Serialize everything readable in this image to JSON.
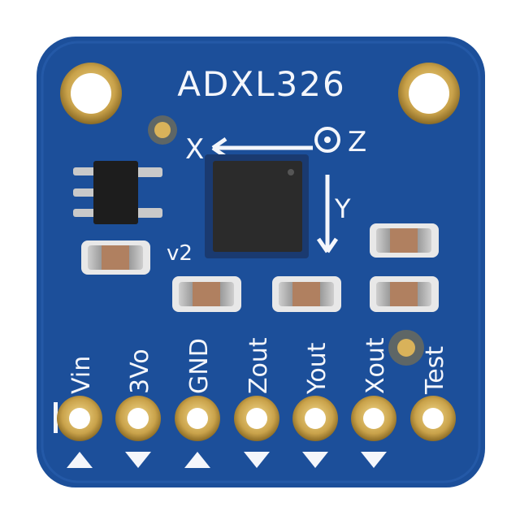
{
  "board": {
    "title": "ADXL326",
    "revision": "v2",
    "axes": {
      "x": "X",
      "y": "Y",
      "z": "Z"
    },
    "colors": {
      "pcb": "#1c4f9a",
      "gold": "#c9a24a",
      "chip": "#2b2b2b",
      "silkscreen": "#f4f6fb"
    }
  },
  "pins": [
    {
      "label": "Vin"
    },
    {
      "label": "3Vo"
    },
    {
      "label": "GND"
    },
    {
      "label": "Zout"
    },
    {
      "label": "Yout"
    },
    {
      "label": "Xout"
    },
    {
      "label": "Test"
    }
  ]
}
